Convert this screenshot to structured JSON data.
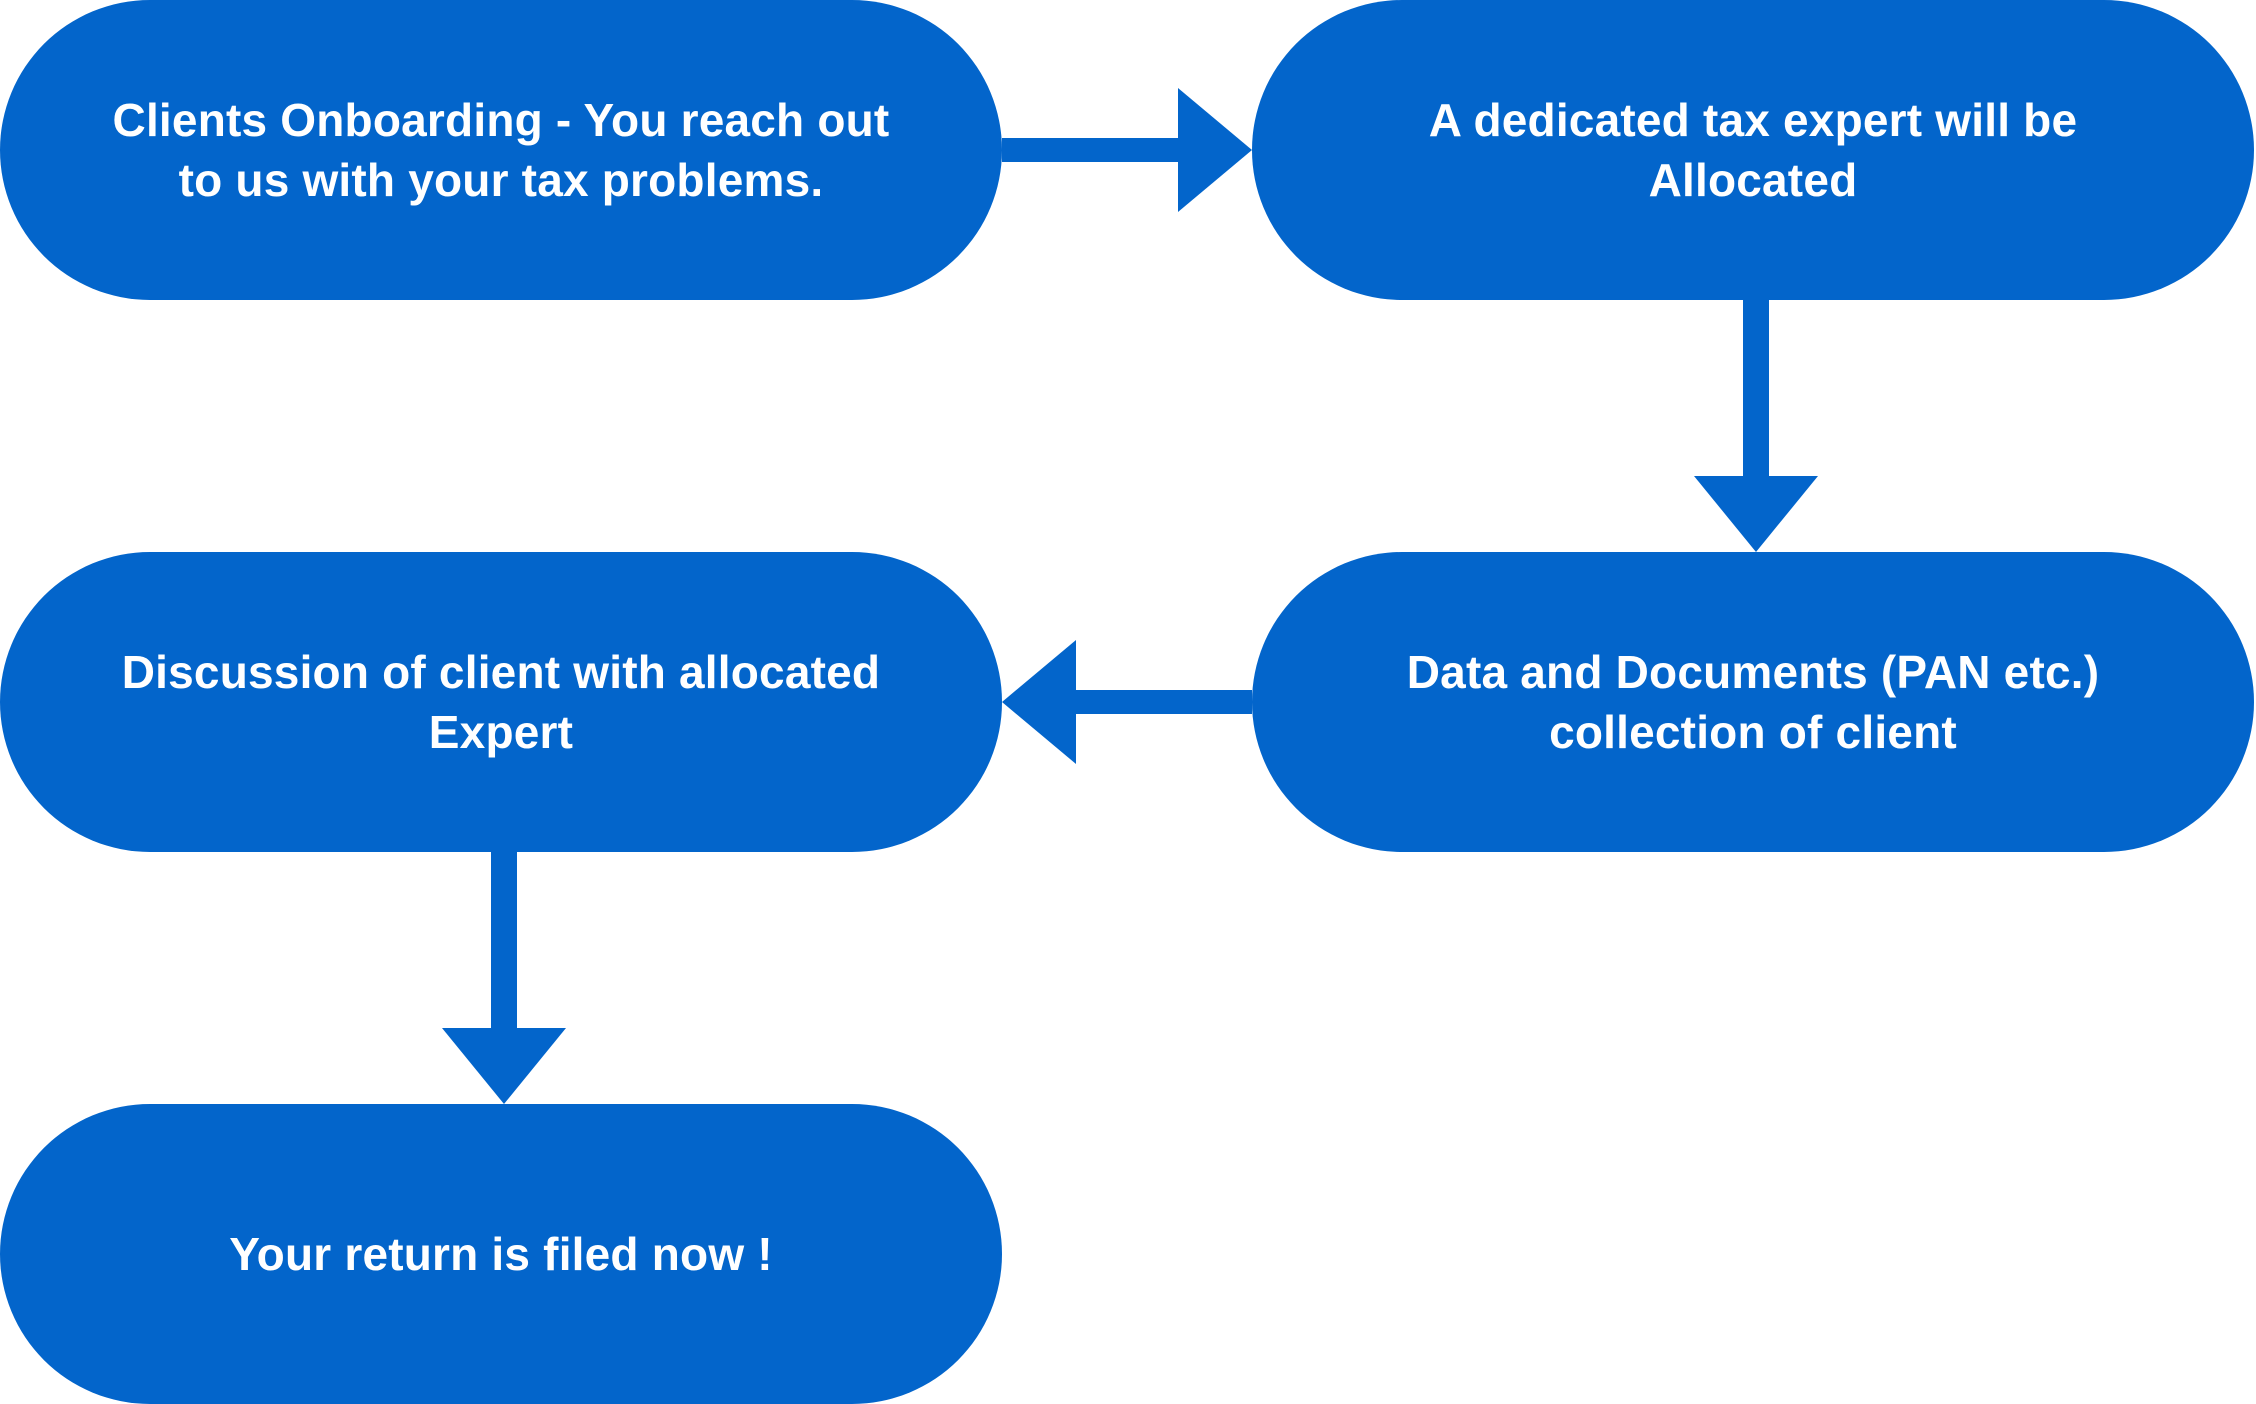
{
  "diagram": {
    "type": "flowchart",
    "accent_color": "#0365cb",
    "text_color": "#ffffff",
    "steps": [
      {
        "id": "n1",
        "label": "Clients Onboarding - You reach out\nto us with your tax problems."
      },
      {
        "id": "n2",
        "label": "A dedicated tax expert will be\nAllocated"
      },
      {
        "id": "n3",
        "label": "Data and Documents (PAN etc.)\ncollection of client"
      },
      {
        "id": "n4",
        "label": "Discussion of client with  allocated\nExpert"
      },
      {
        "id": "n5",
        "label": "Your return is filed now !"
      }
    ],
    "connections": [
      {
        "from": "n1",
        "to": "n2",
        "direction": "right"
      },
      {
        "from": "n2",
        "to": "n3",
        "direction": "down"
      },
      {
        "from": "n3",
        "to": "n4",
        "direction": "left"
      },
      {
        "from": "n4",
        "to": "n5",
        "direction": "down"
      }
    ]
  }
}
